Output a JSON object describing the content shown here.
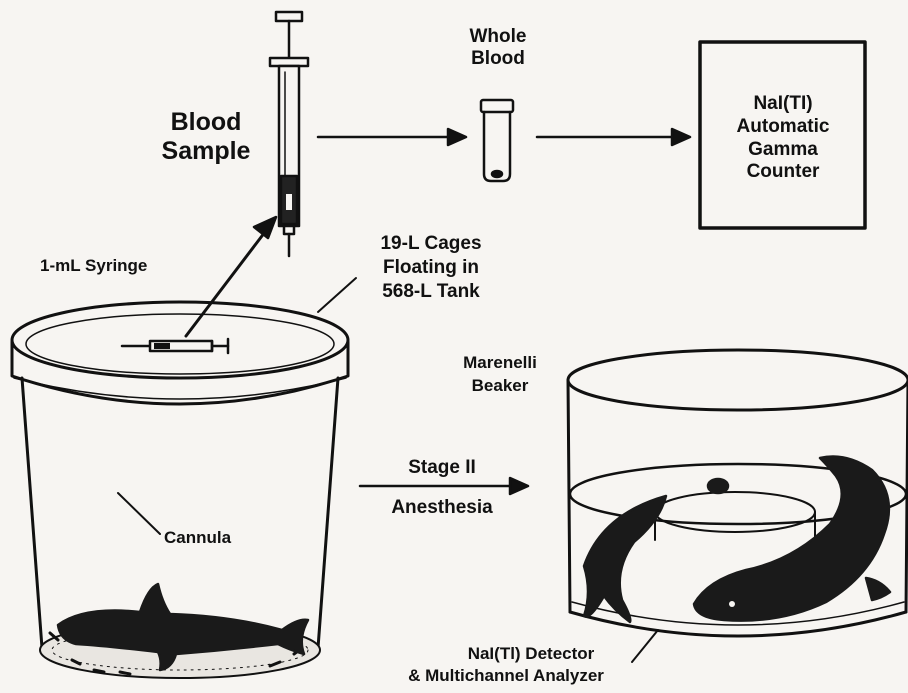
{
  "labels": {
    "blood_sample": [
      "Blood",
      "Sample"
    ],
    "whole_blood": [
      "Whole",
      "Blood"
    ],
    "gamma_counter": [
      "NaI(TI)",
      "Automatic",
      "Gamma",
      "Counter"
    ],
    "syringe": "1-mL Syringe",
    "cages": [
      "19-L Cages",
      "Floating in",
      "568-L Tank"
    ],
    "beaker": [
      "Marenelli",
      "Beaker"
    ],
    "stage": "Stage II",
    "anesthesia": "Anesthesia",
    "cannula": "Cannula",
    "detector": [
      "NaI(Tl) Detector",
      "& Multichannel Analyzer"
    ]
  },
  "colors": {
    "ink": "#111111",
    "paper": "#f7f5f2",
    "fish": "#1a1a1a"
  }
}
